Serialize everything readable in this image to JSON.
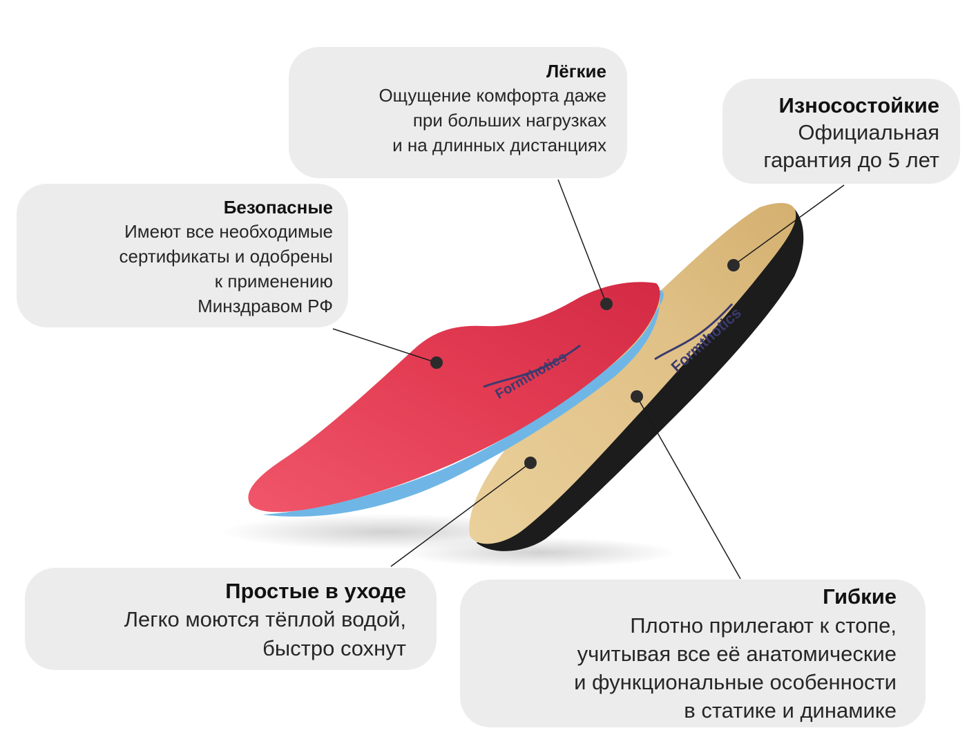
{
  "colors": {
    "card_background": "#ececec",
    "red_insole": "#e8384f",
    "blue_base": "#6fb6e6",
    "tan_insole": "#e2c48a",
    "black_base": "#1c1c1c",
    "marker": "#2b2b2b",
    "logo_text": "#3b3a6e"
  },
  "product": {
    "brand_logo": "Formthotics"
  },
  "callouts": {
    "light": {
      "title": "Лёгкие",
      "body": "Ощущение комфорта даже\nпри больших нагрузках\nи на длинных дистанциях"
    },
    "durable": {
      "title": "Износостойкие",
      "body": "Официальная\nгарантия до 5 лет"
    },
    "safe": {
      "title": "Безопасные",
      "body": "Имеют все необходимые\nсертификаты и одобрены\nк применению\nМинздравом РФ"
    },
    "easy_care": {
      "title": "Простые в уходе",
      "body": "Легко моются тёплой водой,\nбыстро сохнут"
    },
    "flexible": {
      "title": "Гибкие",
      "body": "Плотно прилегают к стопе,\nучитывая все её анатомические\nи функциональные особенности\nв статике и динамике"
    }
  }
}
